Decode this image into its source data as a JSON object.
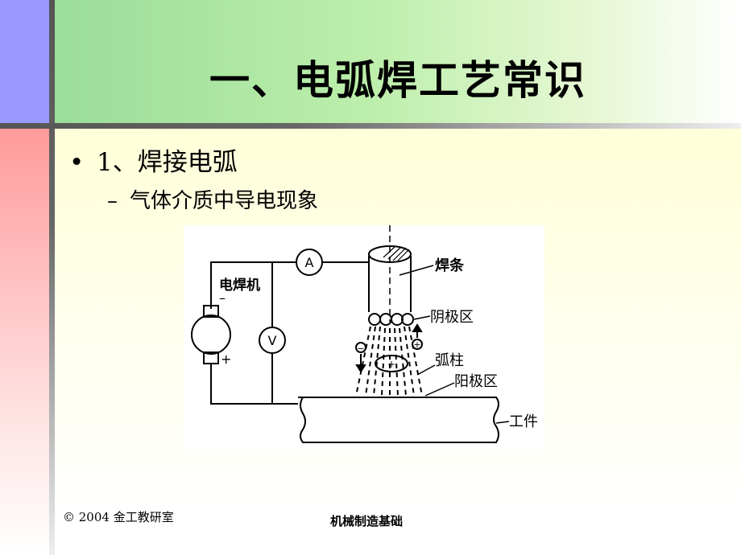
{
  "slide": {
    "title": "一、电弧焊工艺常识",
    "bullet": "1、焊接电弧",
    "bullet_marker": "•",
    "sub_bullet": "气体介质中导电现象",
    "sub_marker": "–"
  },
  "figure": {
    "generator_label": "电焊机",
    "minus_sign": "–",
    "plus_sign": "+",
    "ammeter": "A",
    "voltmeter": "V",
    "electrode_label": "焊条",
    "cathode_label": "阴极区",
    "arc_column_label": "弧柱",
    "anode_label": "阳极区",
    "workpiece_label": "工件"
  },
  "footer": {
    "left": "© 2004 金工教研室",
    "center": "机械制造基础"
  }
}
